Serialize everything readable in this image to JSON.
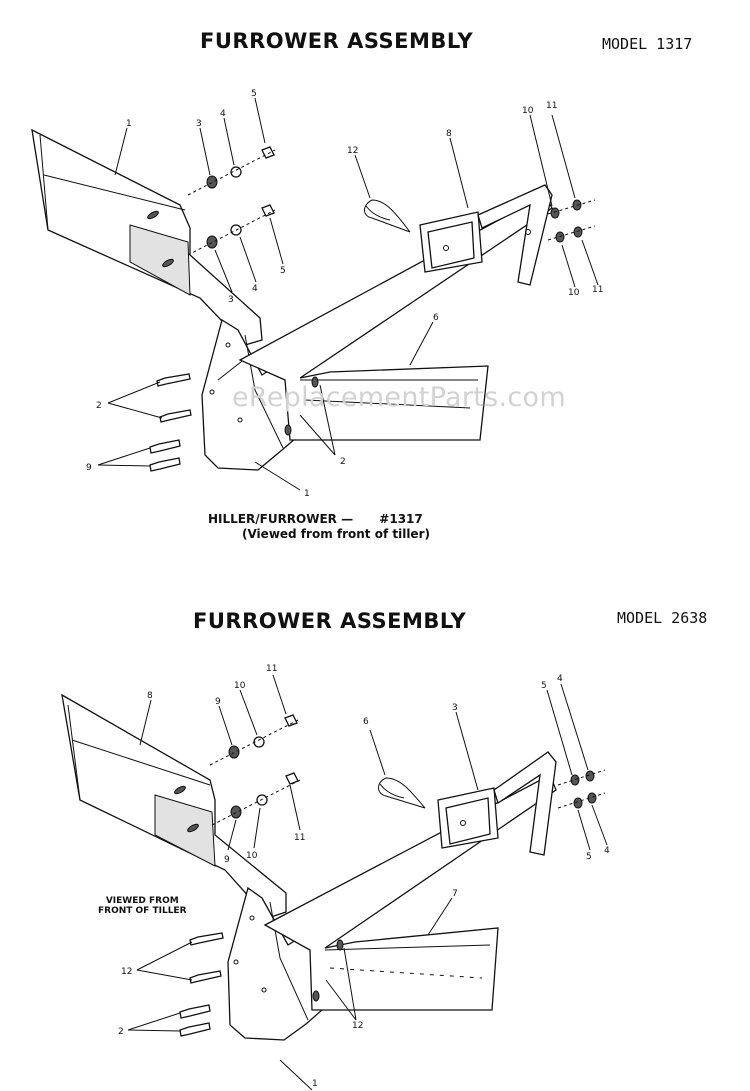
{
  "diagrams": [
    {
      "title": "FURROWER ASSEMBLY",
      "model": "MODEL 1317",
      "caption_line1": "HILLER/FURROWER —",
      "caption_number": "#1317",
      "caption_line2": "(Viewed from front of tiller)",
      "callouts": [
        "1",
        "3",
        "4",
        "5",
        "3",
        "4",
        "5",
        "12",
        "8",
        "10",
        "11",
        "10",
        "11",
        "6",
        "2",
        "2",
        "9",
        "1"
      ]
    },
    {
      "title": "FURROWER ASSEMBLY",
      "model": "MODEL 2638",
      "caption": "VIEWED FROM\nFRONT OF TILLER",
      "callouts": [
        "8",
        "9",
        "10",
        "11",
        "9",
        "10",
        "11",
        "6",
        "3",
        "5",
        "4",
        "5",
        "4",
        "7",
        "12",
        "12",
        "2",
        "1"
      ]
    }
  ],
  "watermark": "eReplacementParts.com"
}
